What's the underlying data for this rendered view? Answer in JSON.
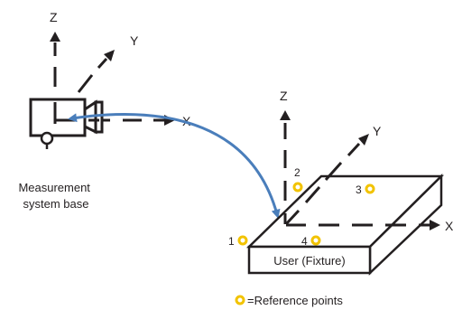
{
  "base_frame": {
    "axes": {
      "z": "Z",
      "y": "Y",
      "x": "X"
    },
    "caption_lines": [
      "Measurement",
      "system base"
    ]
  },
  "fixture_frame": {
    "axes": {
      "z": "Z",
      "y": "Y",
      "x": "X"
    },
    "block_label": "User (Fixture)"
  },
  "reference_points": [
    {
      "id": "1"
    },
    {
      "id": "2"
    },
    {
      "id": "3"
    },
    {
      "id": "4"
    }
  ],
  "legend": {
    "text": "=Reference points"
  },
  "colors": {
    "reference_point": "#f2c300",
    "transform_arrow": "#4a7ebb",
    "line": "#231f20"
  }
}
